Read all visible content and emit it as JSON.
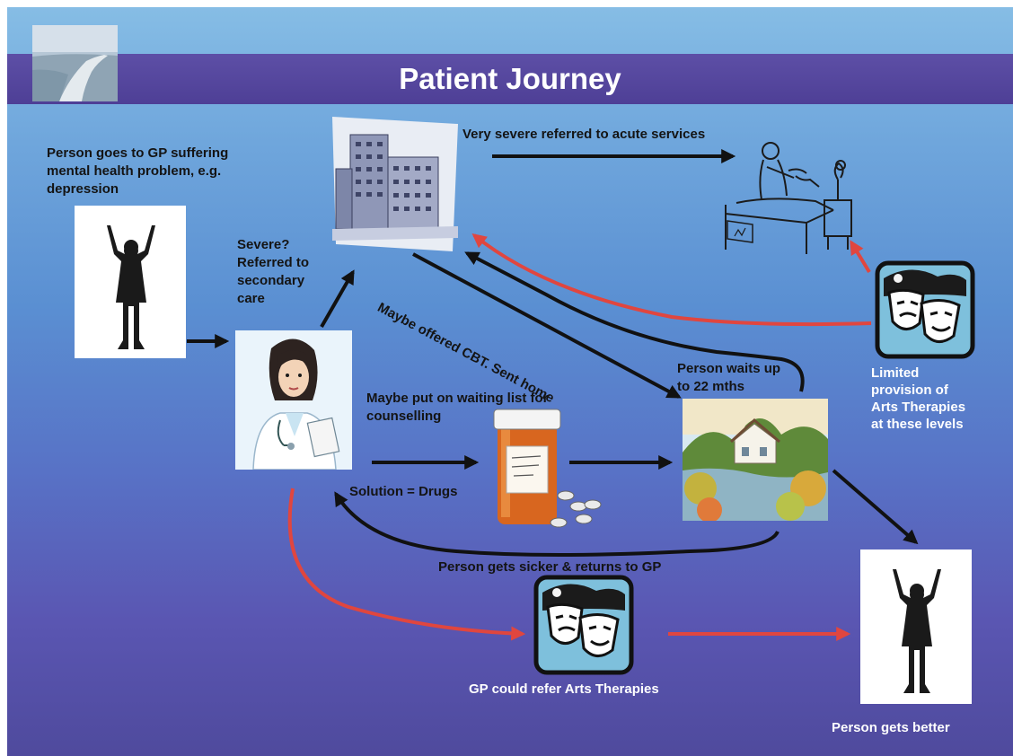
{
  "title": "Patient Journey",
  "labels": {
    "gp_intro": "Person goes to GP suffering mental health problem, e.g. depression",
    "severe": "Severe? Referred to secondary care",
    "acute": "Very severe referred to acute services",
    "cbt": "Maybe offered CBT. Sent home",
    "waits": "Person waits up to 22 mths",
    "waiting_list": "Maybe put on waiting list for counselling",
    "drugs": "Solution = Drugs",
    "sicker": "Person gets sicker & returns to GP",
    "gp_refer": "GP could refer Arts Therapies",
    "better": "Person gets better",
    "limited": "Limited provision of Arts Therapies at these levels"
  },
  "colors": {
    "title_band": "#4e3f96",
    "black_arrow": "#111111",
    "red_arrow": "#e0463f"
  },
  "icons": [
    "road-landscape-icon",
    "person-arms-raised-icon",
    "hospital-building-icon",
    "hospital-bed-icon",
    "doctor-icon",
    "pill-bottle-icon",
    "house-landscape-icon",
    "theatre-masks-icon"
  ]
}
